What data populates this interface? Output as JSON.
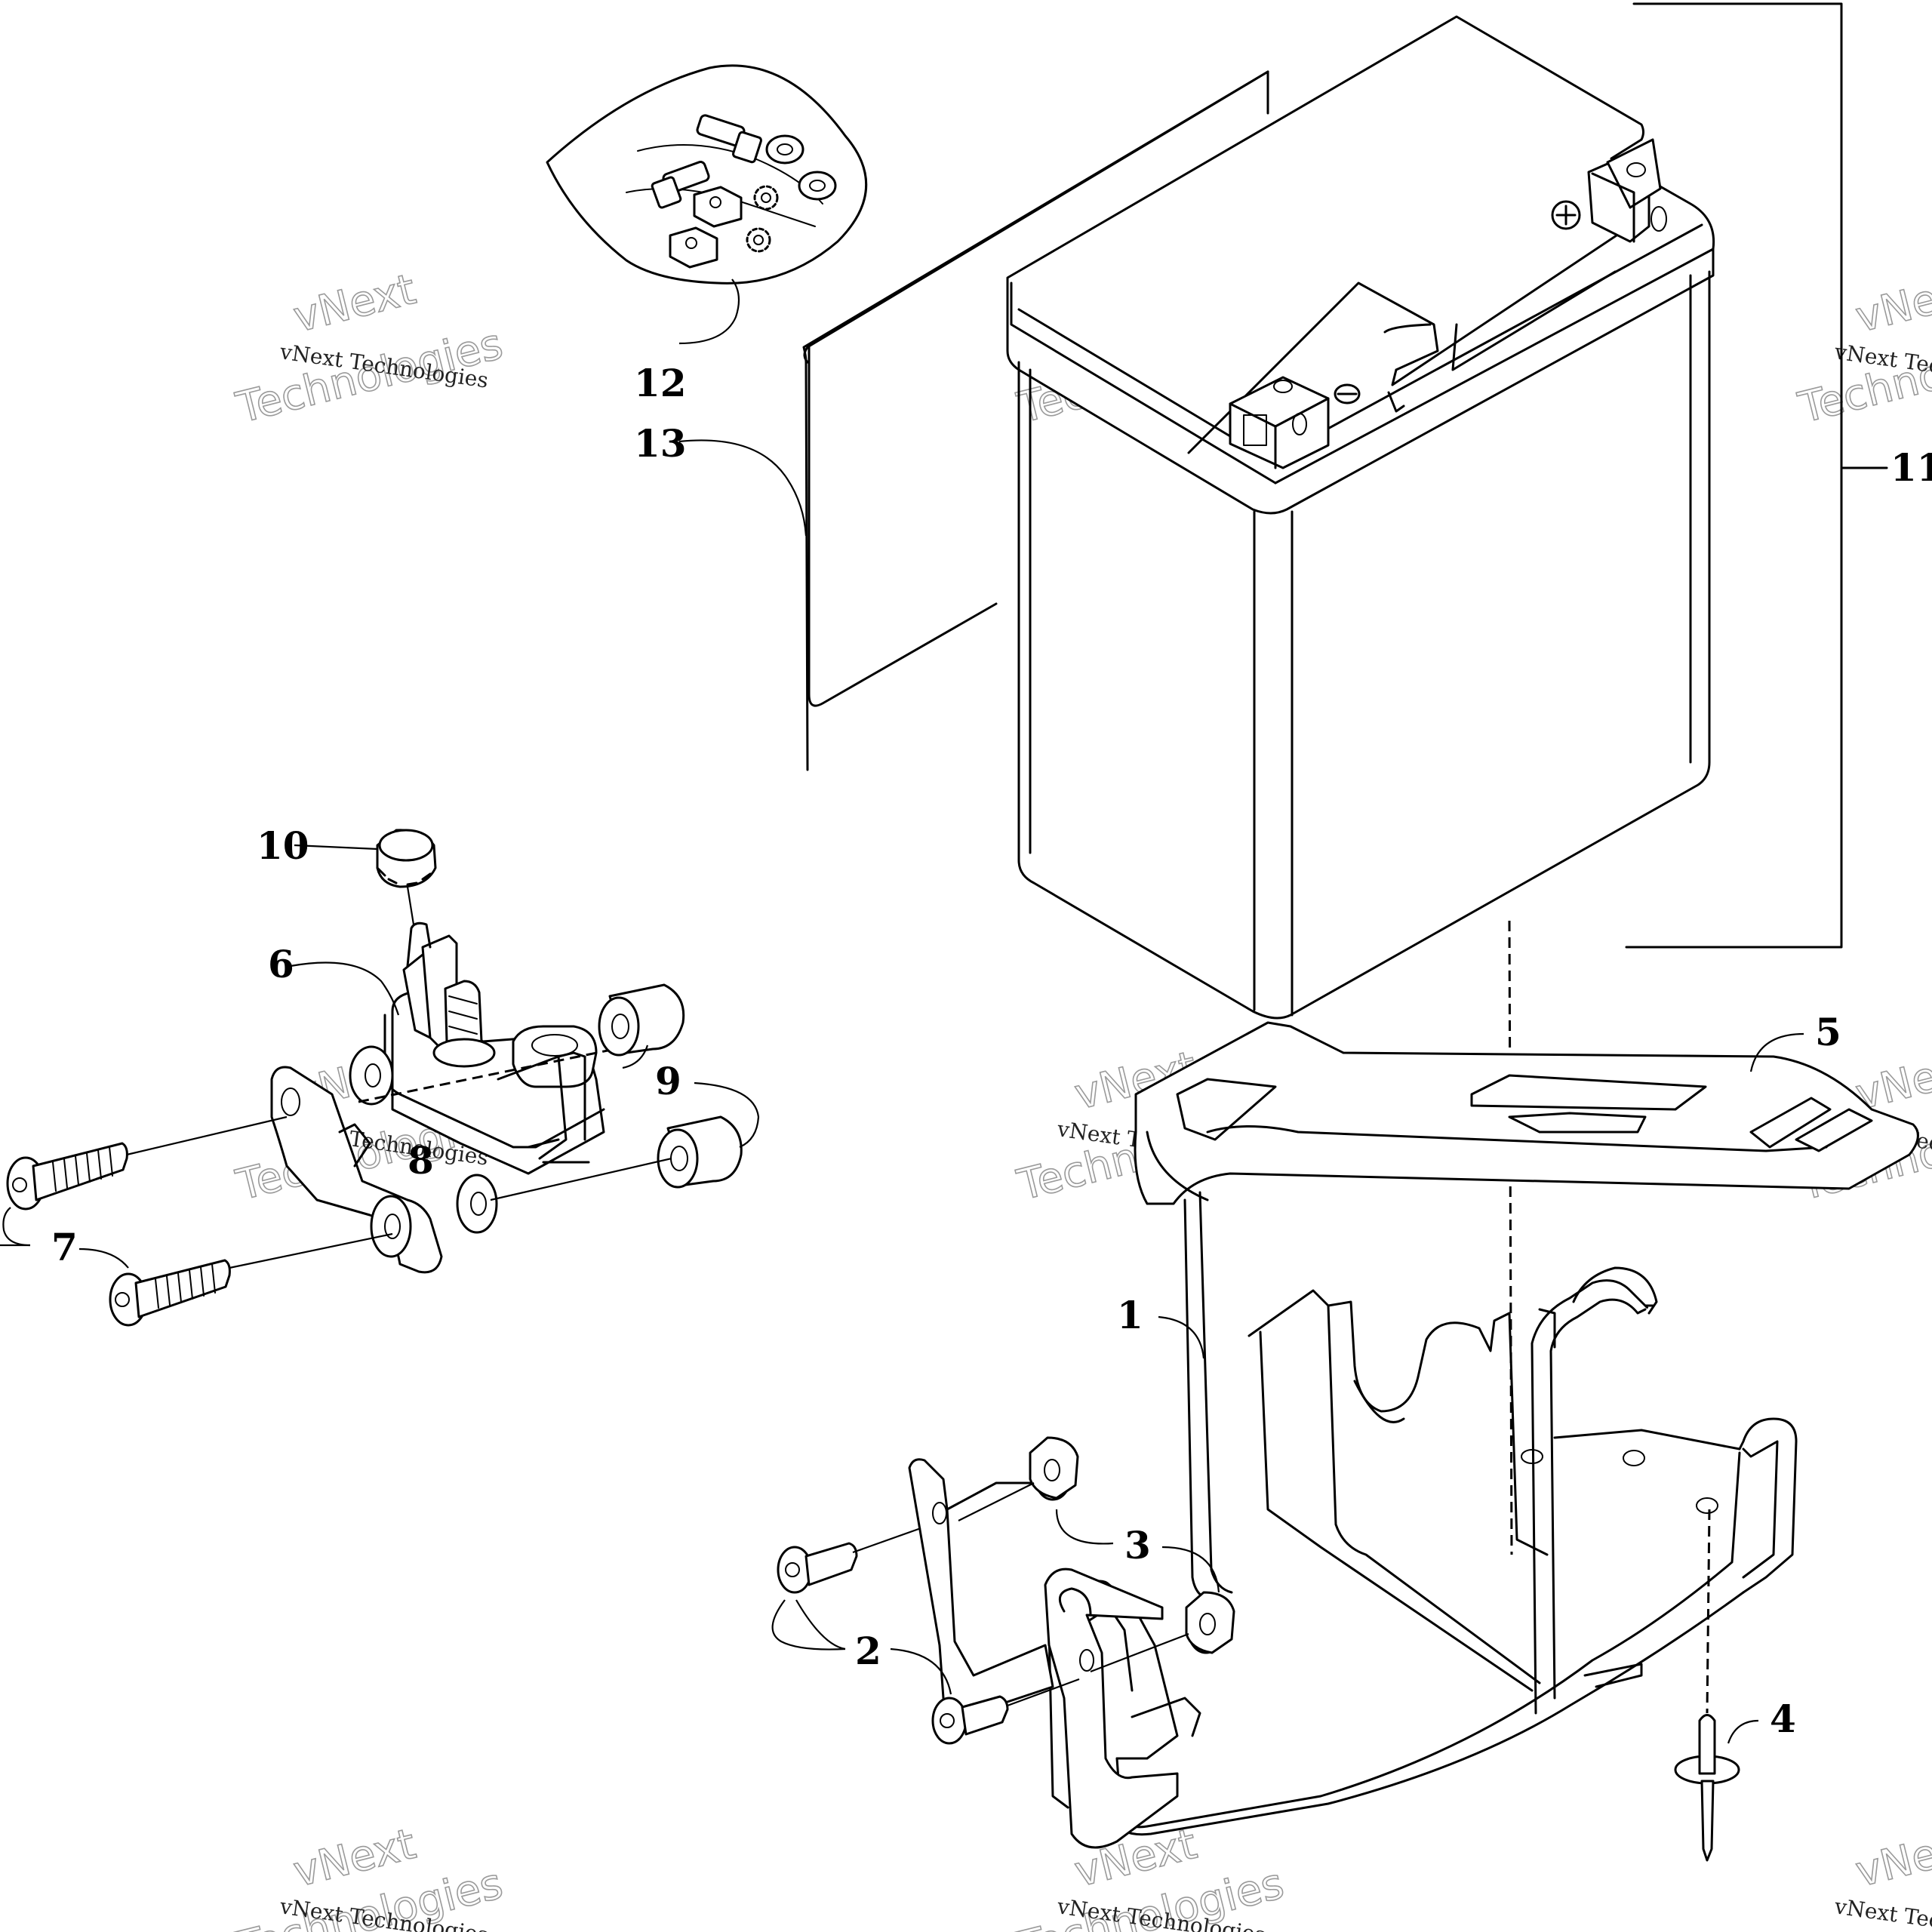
{
  "callouts": [
    {
      "id": "1",
      "label": "1"
    },
    {
      "id": "2",
      "label": "2"
    },
    {
      "id": "3",
      "label": "3"
    },
    {
      "id": "4",
      "label": "4"
    },
    {
      "id": "5",
      "label": "5"
    },
    {
      "id": "6",
      "label": "6"
    },
    {
      "id": "7",
      "label": "7"
    },
    {
      "id": "8",
      "label": "8"
    },
    {
      "id": "9",
      "label": "9"
    },
    {
      "id": "10",
      "label": "10"
    },
    {
      "id": "11",
      "label": "11"
    },
    {
      "id": "12",
      "label": "12"
    },
    {
      "id": "13",
      "label": "13"
    }
  ],
  "watermark": {
    "brand_small": "vNext Technologies",
    "brand_top": "vNext",
    "brand_bottom": "Technologies"
  }
}
